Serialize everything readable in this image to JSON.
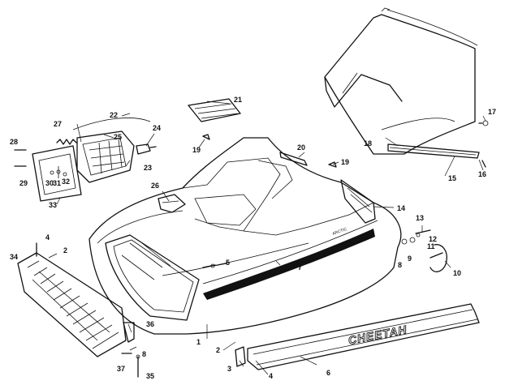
{
  "diagram": {
    "callouts": [
      {
        "id": "c1",
        "label": "1"
      },
      {
        "id": "c2a",
        "label": "2"
      },
      {
        "id": "c2b",
        "label": "2"
      },
      {
        "id": "c3",
        "label": "3"
      },
      {
        "id": "c4a",
        "label": "4"
      },
      {
        "id": "c4b",
        "label": "4"
      },
      {
        "id": "c5",
        "label": "5"
      },
      {
        "id": "c6",
        "label": "6"
      },
      {
        "id": "c7",
        "label": "7"
      },
      {
        "id": "c8a",
        "label": "8"
      },
      {
        "id": "c8b",
        "label": "8"
      },
      {
        "id": "c9",
        "label": "9"
      },
      {
        "id": "c10",
        "label": "10"
      },
      {
        "id": "c11",
        "label": "11"
      },
      {
        "id": "c12",
        "label": "12"
      },
      {
        "id": "c13",
        "label": "13"
      },
      {
        "id": "c14",
        "label": "14"
      },
      {
        "id": "c15",
        "label": "15"
      },
      {
        "id": "c16",
        "label": "16"
      },
      {
        "id": "c17",
        "label": "17"
      },
      {
        "id": "c18",
        "label": "18"
      },
      {
        "id": "c19a",
        "label": "19"
      },
      {
        "id": "c19b",
        "label": "19"
      },
      {
        "id": "c20",
        "label": "20"
      },
      {
        "id": "c21",
        "label": "21"
      },
      {
        "id": "c22",
        "label": "22"
      },
      {
        "id": "c23",
        "label": "23"
      },
      {
        "id": "c24",
        "label": "24"
      },
      {
        "id": "c25",
        "label": "25"
      },
      {
        "id": "c26",
        "label": "26"
      },
      {
        "id": "c27",
        "label": "27"
      },
      {
        "id": "c28",
        "label": "28"
      },
      {
        "id": "c29",
        "label": "29"
      },
      {
        "id": "c30",
        "label": "30"
      },
      {
        "id": "c31",
        "label": "31"
      },
      {
        "id": "c32",
        "label": "32"
      },
      {
        "id": "c33",
        "label": "33"
      },
      {
        "id": "c34",
        "label": "34"
      },
      {
        "id": "c35",
        "label": "35"
      },
      {
        "id": "c36",
        "label": "36"
      },
      {
        "id": "c37",
        "label": "37"
      }
    ],
    "decal_text": "CHEETAH"
  }
}
